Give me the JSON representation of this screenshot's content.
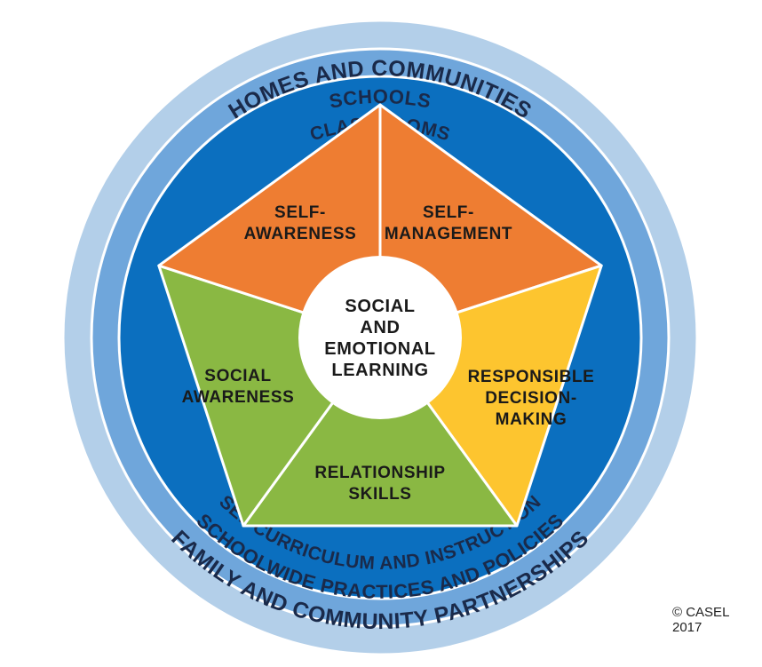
{
  "rings": {
    "outer_top": "HOMES AND COMMUNITIES",
    "outer_bottom": "FAMILY AND COMMUNITY PARTNERSHIPS",
    "middle_top": "SCHOOLS",
    "middle_bottom": "SCHOOLWIDE PRACTICES AND POLICIES",
    "inner_top": "CLASSROOMS",
    "inner_bottom": "SEL CURRICULUM AND INSTRUCTION"
  },
  "center": {
    "lines": [
      "SOCIAL",
      "AND",
      "EMOTIONAL",
      "LEARNING"
    ]
  },
  "segments": [
    {
      "name": "self-management",
      "lines": [
        "SELF-",
        "MANAGEMENT"
      ]
    },
    {
      "name": "responsible-decision-making",
      "lines": [
        "RESPONSIBLE",
        "DECISION-",
        "MAKING"
      ]
    },
    {
      "name": "relationship-skills",
      "lines": [
        "RELATIONSHIP",
        "SKILLS"
      ]
    },
    {
      "name": "social-awareness",
      "lines": [
        "SOCIAL",
        "AWARENESS"
      ]
    },
    {
      "name": "self-awareness",
      "lines": [
        "SELF-",
        "AWARENESS"
      ]
    }
  ],
  "colors": {
    "outer_ring": "#b3cfe9",
    "middle_ring": "#6fa6db",
    "inner_ring": "#0b6fbf",
    "orange": "#ee7d32",
    "yellow": "#fdc52f",
    "green": "#8ab843",
    "center": "#ffffff"
  },
  "copyright": "© CASEL 2017"
}
